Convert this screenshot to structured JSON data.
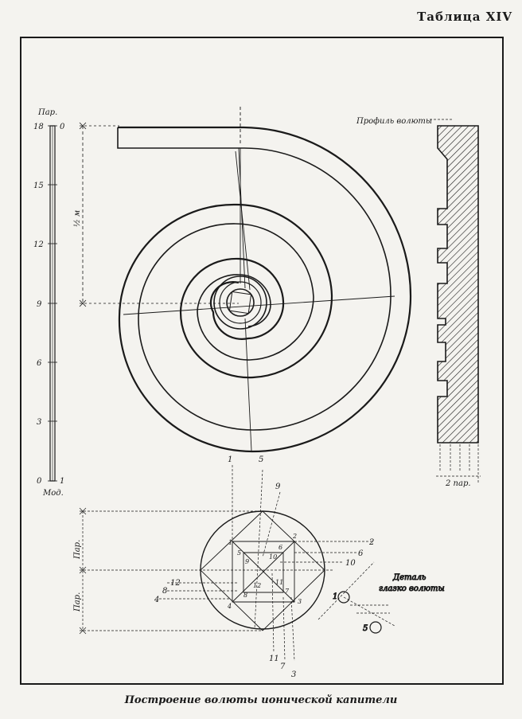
{
  "header": {
    "table_number": "Таблица XIV"
  },
  "caption": "Построение волюты ионической капители",
  "scale": {
    "top_label": "Пар.",
    "bottom_label": "Мод.",
    "ticks": [
      "18",
      "15",
      "12",
      "9",
      "6",
      "3",
      "0"
    ],
    "top_right": "0",
    "bottom_right": "1"
  },
  "half_module_label": "½ м",
  "profile_label": "Профиль волюты",
  "two_par_label": "2 пар.",
  "par_label_upper": "Пар.",
  "par_label_lower": "Пар.",
  "detail_label_line1": "Деталь",
  "detail_label_line2": "глазко волюты",
  "construction_numbers": {
    "top_1": "1",
    "top_5": "5",
    "top_9": "9",
    "r2": "2",
    "r6": "6",
    "r10": "10",
    "l12": "12",
    "l8": "8",
    "l4": "4",
    "b11": "11",
    "b7": "7",
    "b3": "3",
    "i1": "1",
    "i2": "2",
    "i5": "5",
    "i6": "6",
    "i9": "9",
    "i10": "10",
    "i11": "11",
    "i12": "12",
    "i8": "8",
    "i7": "7",
    "i4": "4",
    "i3": "3",
    "d1": "1",
    "d5": "5"
  }
}
